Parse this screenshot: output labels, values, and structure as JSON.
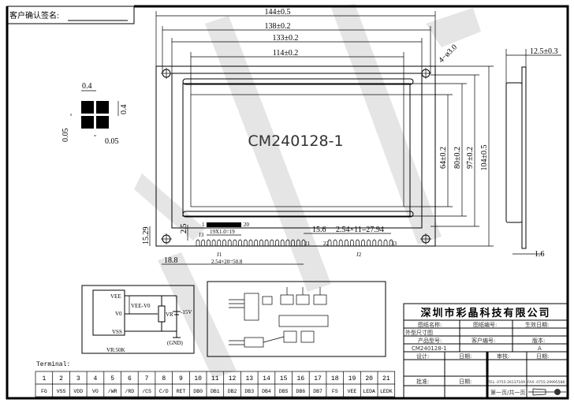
{
  "header": {
    "customer_sign_label": "客户确认签名:"
  },
  "module": {
    "model_text": "CM240128-1"
  },
  "dimensions": {
    "width_total": "144±0.5",
    "width_holes": "138±0.2",
    "width_bezel": "133±0.2",
    "width_display": "114±0.2",
    "hole_dia": "4−ø3.0",
    "height_display": "64±0.2",
    "height_view": "80±0.2",
    "height_holes": "97±0.2",
    "height_total": "104±0.5",
    "thickness": "12.5±0.3",
    "pcb_thickness": "1.6",
    "pin_offset_v": "15.29",
    "pin_edge": "2.5",
    "pin_offset_h": "18.8",
    "j1_pitch": "2.54×20=50.8",
    "j2_gap": "15.6",
    "j2_pitch": "2.54×11=27.94",
    "j3_pitch": "19X1.0=19",
    "pad_w": "0.4",
    "pad_h": "0.4",
    "pad_gap_v": "0.05",
    "pad_gap_h": "0.05"
  },
  "connectors": {
    "j1": "J1",
    "j2": "J2",
    "j3": "J3",
    "j1_end": "21",
    "j2_start": "22",
    "j2_end": "33",
    "j3_start": "1",
    "j3_end": "20"
  },
  "circuit": {
    "vee": "VEE",
    "v0": "V0",
    "vss": "VSS",
    "vee_v0": "VEE-V0",
    "vr": "VR",
    "supply": "-15V",
    "gnd": "(GND)",
    "vr_value": "VR:50K"
  },
  "terminal": {
    "label": "Terminal:",
    "pins": [
      "1",
      "2",
      "3",
      "4",
      "5",
      "6",
      "7",
      "8",
      "9",
      "10",
      "11",
      "12",
      "13",
      "14",
      "15",
      "16",
      "17",
      "18",
      "19",
      "20",
      "21"
    ],
    "names": [
      "FG",
      "VSS",
      "VDD",
      "VO",
      "/WR",
      "/RD",
      "/CS",
      "C/D",
      "RET",
      "DB0",
      "DB1",
      "DB2",
      "DB3",
      "DB4",
      "DB5",
      "DB6",
      "DB7",
      "FS",
      "VEE",
      "LEDA",
      "LEDK"
    ]
  },
  "title_block": {
    "company": "深圳市彩晶科技有限公司",
    "drawing_name_label": "图纸名称:",
    "drawing_no_label": "图纸编号:",
    "effective_date_label": "生效日期:",
    "drawing_name": "外型尺寸图",
    "product_model_label": "产品型号:",
    "customer_no_label": "客户编号:",
    "version_label": "版本:",
    "product_model": "CM240128-1",
    "version": "A",
    "design_label": "设计:",
    "date_label_1": "日期:",
    "review_label": "审核:",
    "date_label_2": "日期:",
    "approve_label": "批准:",
    "date_label_3": "日期:",
    "tel": "TEL: 0755-26137169",
    "fax": "FAX: 0755-29995588",
    "page": "第一页/共一页"
  }
}
